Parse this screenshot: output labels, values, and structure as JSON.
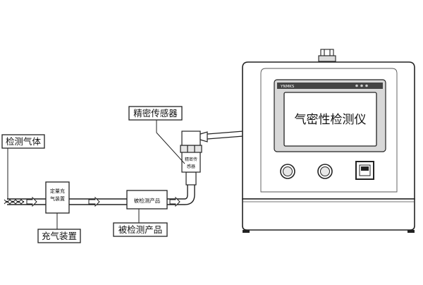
{
  "labels": {
    "detect_gas": "检测气体",
    "precision_sensor": "精密传感器",
    "charging_device": "充气装置",
    "tested_product": "被检测产品"
  },
  "small_labels": {
    "charging_device_line1": "定量充",
    "charging_device_line2": "气装置",
    "product": "被检测产品",
    "sensor_line1": "精密传",
    "sensor_line2": "感器"
  },
  "instrument": {
    "screen_title": "气密性检测仪",
    "brand_mark": "YNMKS",
    "knob_count": 2
  },
  "colors": {
    "stroke": "#222222",
    "housing": "#ffffff",
    "screen_bezel": "#d8d8d8",
    "screen": "#ffffff"
  },
  "icons": [
    "arrow-right-icon",
    "knob-icon",
    "power-switch-icon",
    "gas-connector-icon"
  ]
}
